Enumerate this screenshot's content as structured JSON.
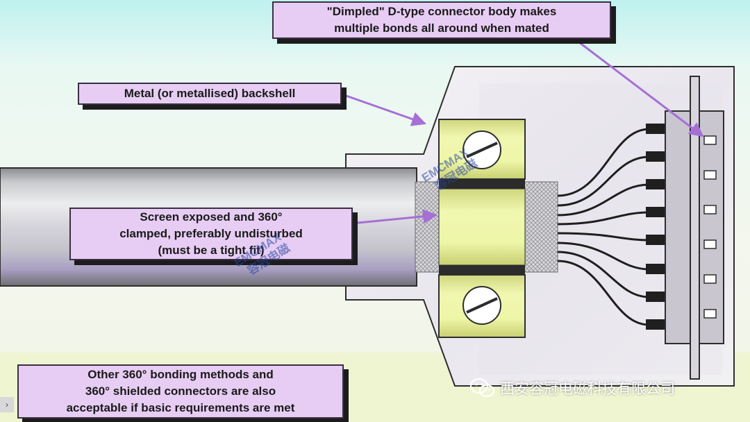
{
  "callouts": {
    "connector_body": [
      "\"Dimpled\" D-type connector body makes",
      "multiple bonds all around when mated"
    ],
    "backshell": [
      "Metal (or metallised) backshell"
    ],
    "screen": [
      "Screen exposed and 360°",
      "clamped, preferably undisturbed",
      "(must be a tight fit)"
    ],
    "other_methods": [
      "Other 360° bonding methods and",
      "360° shielded connectors are also",
      "acceptable if basic requirements are met"
    ]
  },
  "watermark": {
    "latin": "EMCMAX",
    "chinese": "容冠电磁"
  },
  "footer": {
    "company": "西安容冠电磁科技有限公司",
    "icon": "wechat-icon"
  },
  "nav": {
    "arrow_label": "›"
  },
  "colors": {
    "callout_fill": "#e7cdf3",
    "pointer_arrow": "#a66fd6",
    "clamp_yellow": "#e6ef9c",
    "backshell_fill": "#efeef0",
    "cable_grey": "#a4a5a9"
  }
}
